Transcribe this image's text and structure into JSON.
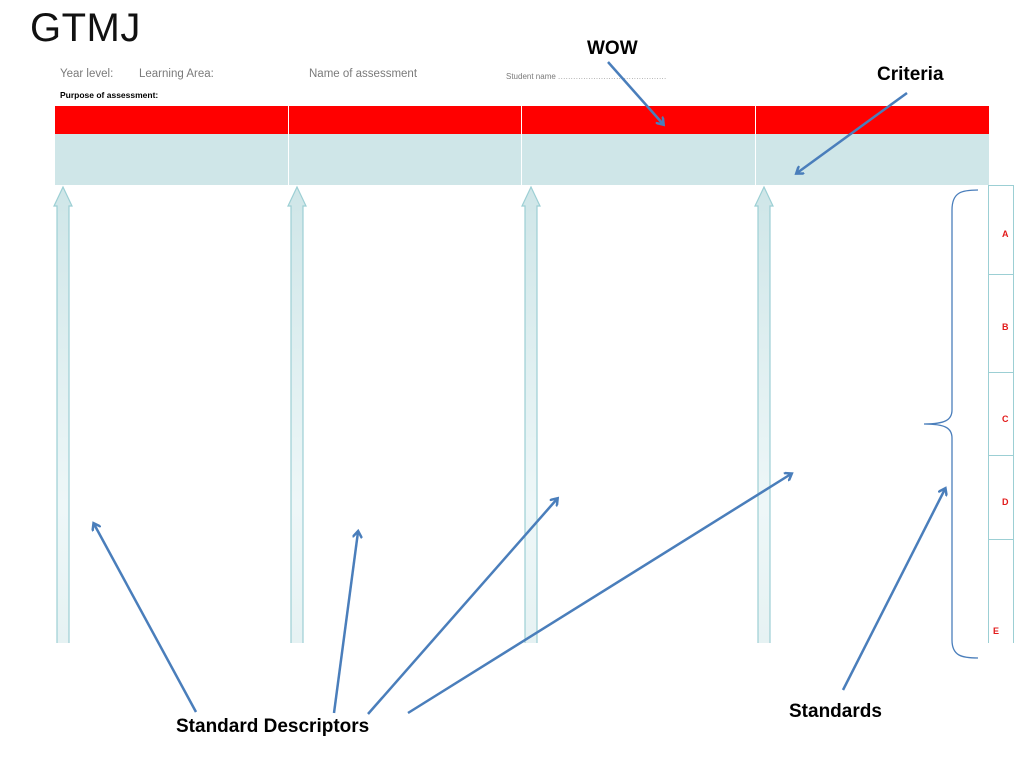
{
  "slide_title": "GTMJ",
  "header": {
    "year_level": "Year level:",
    "learning_area": "Learning Area:",
    "name_of_assessment": "Name of assessment",
    "student_name_label": "Student name",
    "student_name_dots": "...........................................",
    "purpose": "Purpose of assessment:"
  },
  "callouts": {
    "wow": "WOW",
    "criteria": "Criteria",
    "standard_descriptors": "Standard Descriptors",
    "standards": "Standards"
  },
  "standards": [
    "A",
    "B",
    "C",
    "D",
    "E"
  ],
  "colors": {
    "criteria_band": "#ff0000",
    "descriptor_band": "#cfe6e8",
    "arrow_blue": "#4a7ebb",
    "column_arrow_fill": "#cfe6e8",
    "column_arrow_stroke": "#9ccfd4",
    "standard_letter": "#e21a1a"
  },
  "icons": {
    "column_arrow": "up-arrow-icon",
    "callout_arrow": "pointer-arrow-icon",
    "bracket": "curly-brace-icon"
  }
}
